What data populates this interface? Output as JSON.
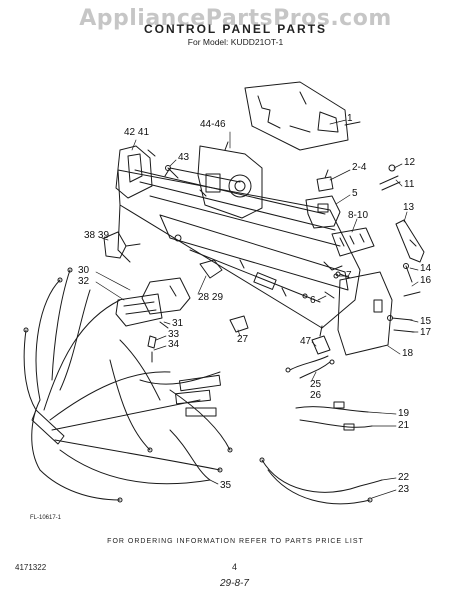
{
  "watermark": "AppliancePartsPros.com",
  "title": "CONTROL PANEL PARTS",
  "subtitle": "For Model: KUDD21OT-1",
  "callouts": {
    "c1": "1",
    "c2_4": "2-4",
    "c5": "5",
    "c6": "6",
    "c7": "7",
    "c8_10": "8-10",
    "c11": "11",
    "c12": "12",
    "c13": "13",
    "c14": "14",
    "c15": "15",
    "c16": "16",
    "c17": "17",
    "c18": "18",
    "c19": "19",
    "c21": "21",
    "c22": "22",
    "c23": "23",
    "c25": "25",
    "c26": "26",
    "c27": "27",
    "c28_29": "28 29",
    "c30": "30",
    "c31": "31",
    "c32": "32",
    "c33": "33",
    "c34": "34",
    "c35": "35",
    "c38_39": "38 39",
    "c42_41": "42 41",
    "c43": "43",
    "c44_46": "44-46",
    "c47": "47"
  },
  "footer": {
    "ordering": "FOR ORDERING INFORMATION REFER TO PARTS PRICE LIST",
    "doc_number": "4171322",
    "page": "4",
    "date": "29-8-7",
    "figure_code": "FL-10617-1"
  },
  "colors": {
    "line": "#1a1a1a",
    "watermark": "#bdbdbd"
  }
}
